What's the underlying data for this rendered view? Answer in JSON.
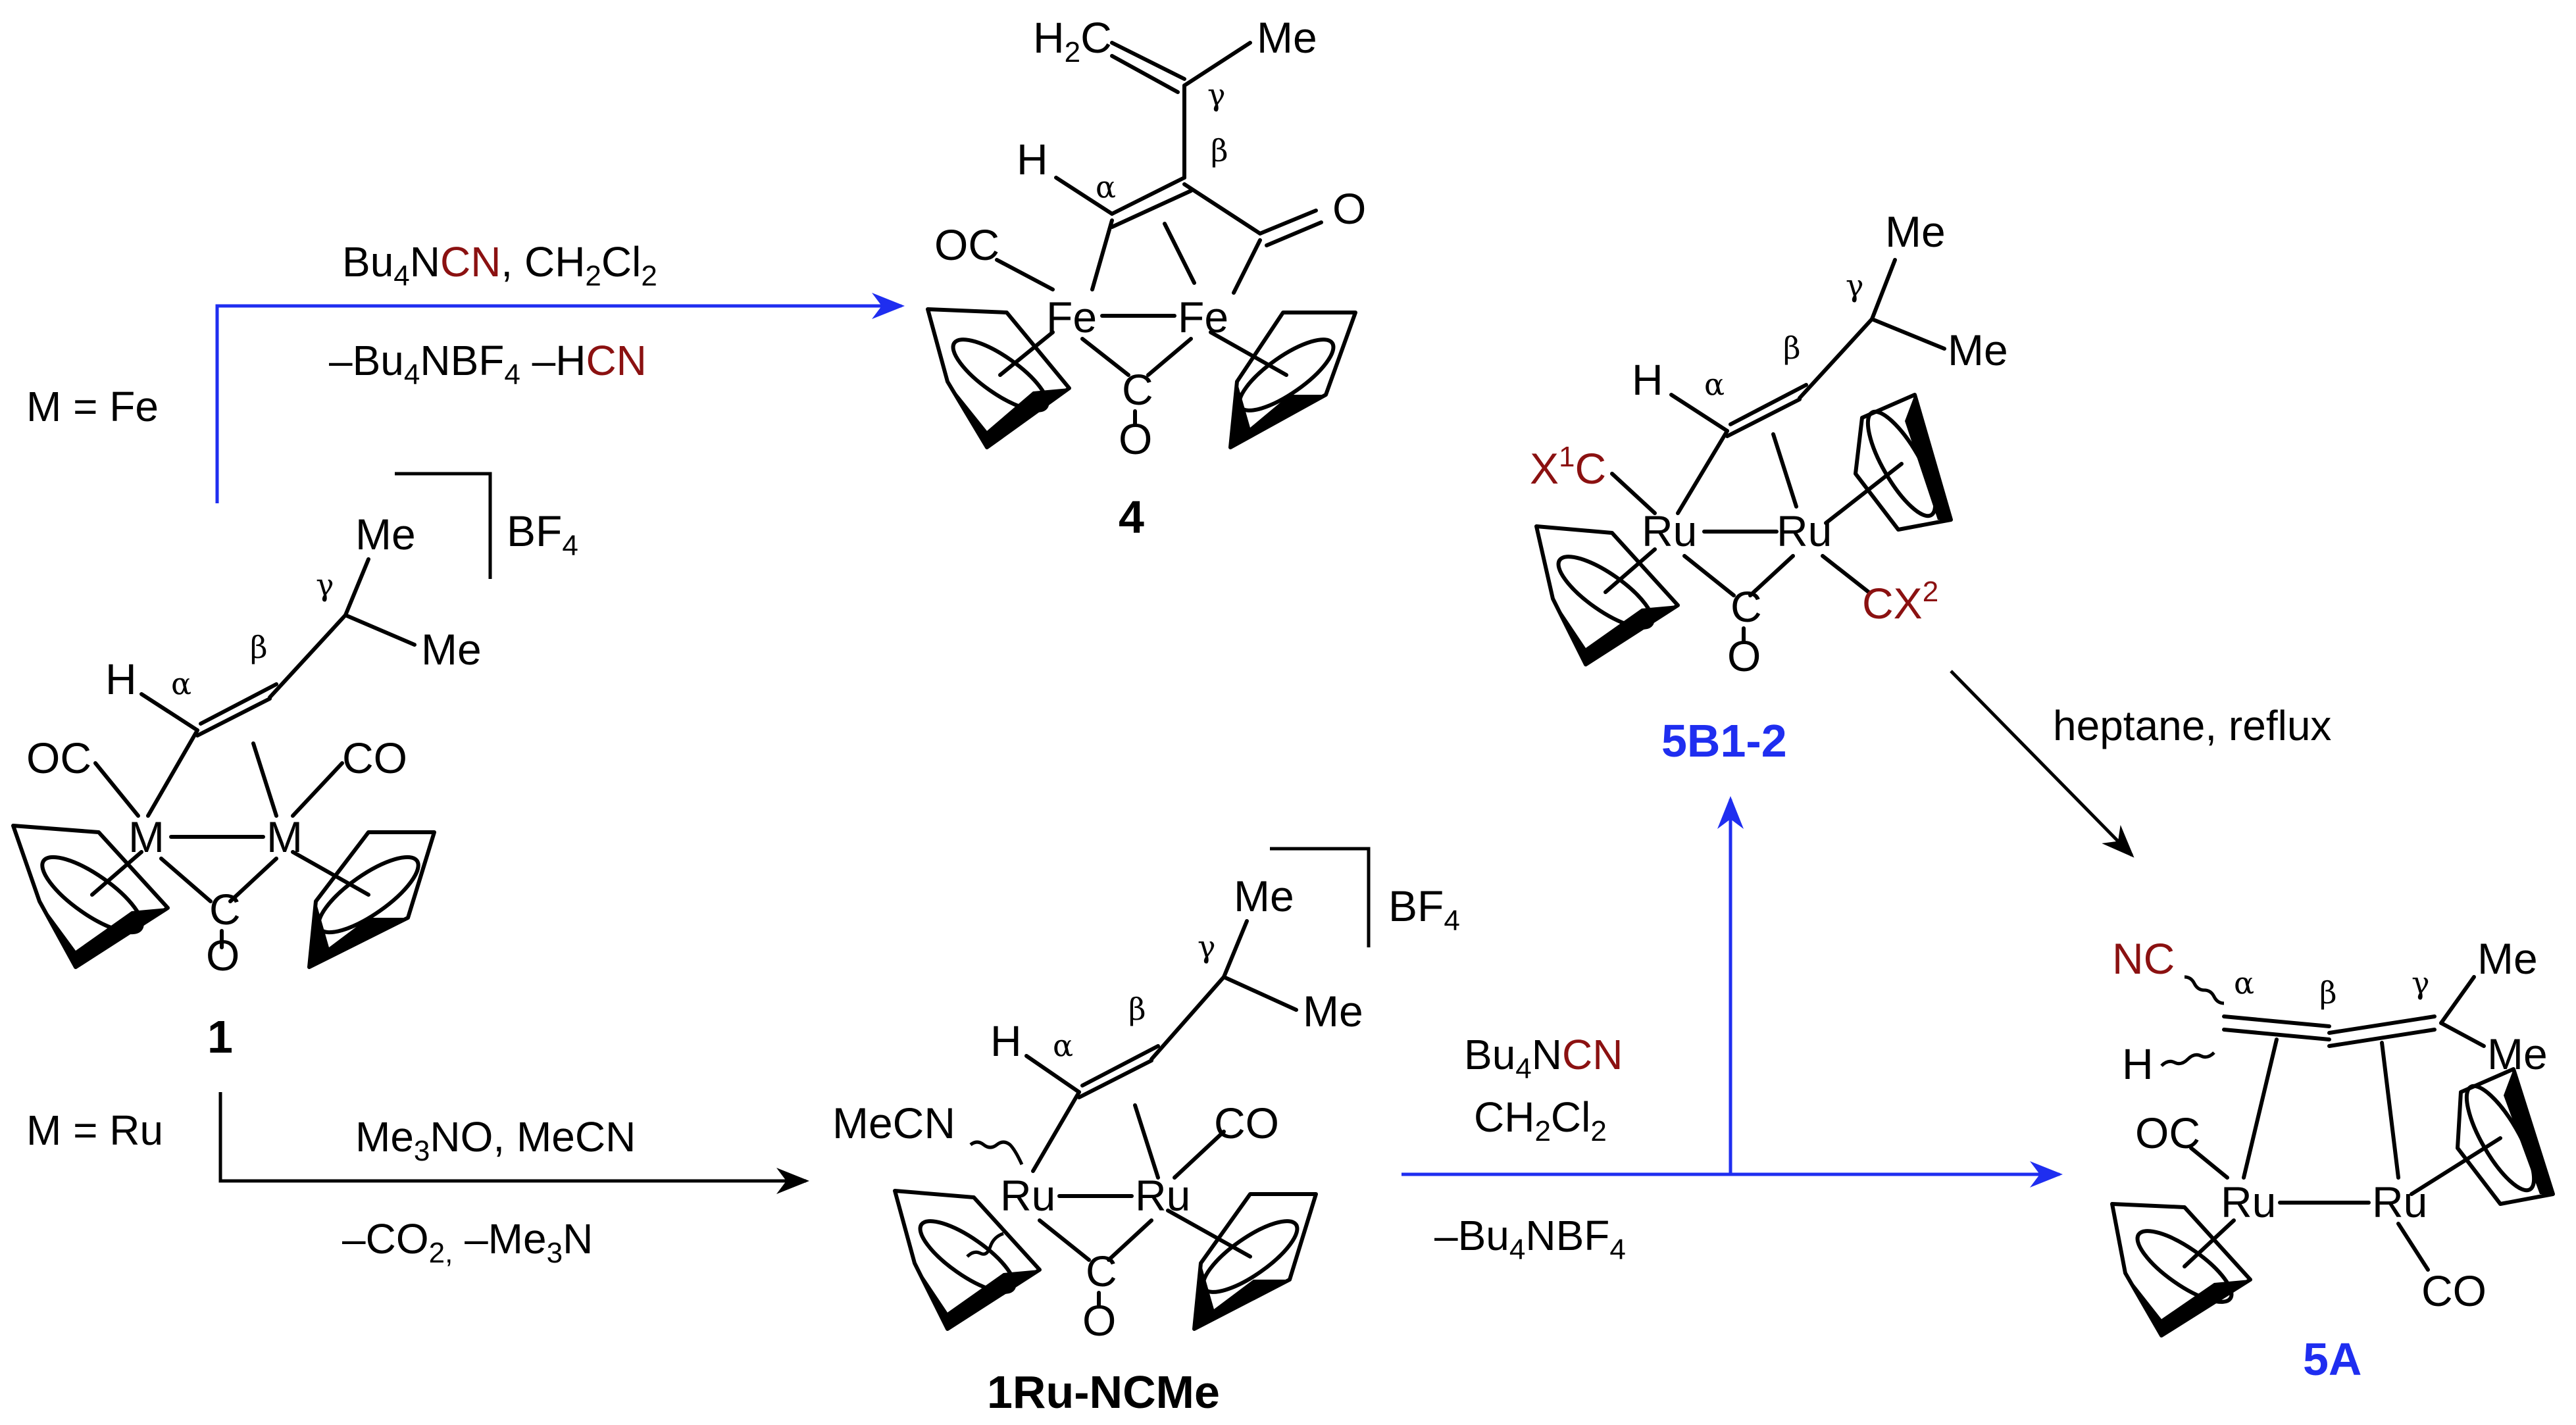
{
  "compounds": {
    "c1": "1",
    "c4": "4",
    "c5b": "5B1-2",
    "c5a": "5A",
    "c1ru": "1Ru-NCMe"
  },
  "conditions": {
    "top_reagent_a": "Bu",
    "top_reagent_sub": "4",
    "top_reagent_n": "N",
    "top_reagent_cn": "CN",
    "top_reagent_solvent": ", CH",
    "top_reagent_solvent_sub": "2",
    "top_reagent_cl": "Cl",
    "top_reagent_cl_sub": "2",
    "top_byproduct": "–Bu",
    "top_byproduct_sub": "4",
    "top_byproduct_rest": "NBF",
    "top_byproduct_sub2": "4",
    "top_byproduct_hcn": " –H",
    "top_byproduct_cn": "CN",
    "m_fe": "M = Fe",
    "m_ru": "M = Ru",
    "bottom_reagent": "Me",
    "bottom_reagent_sub": "3",
    "bottom_reagent_rest": "NO, MeCN",
    "bottom_byproduct": "–CO",
    "bottom_byproduct_sub": "2,",
    "bottom_byproduct_rest": " –Me",
    "bottom_byproduct_sub2": "3",
    "bottom_byproduct_n": "N",
    "right_reagent": "Bu",
    "right_reagent_sub": "4",
    "right_reagent_n": "N",
    "right_reagent_cn": "CN",
    "right_solvent": "CH",
    "right_solvent_sub": "2",
    "right_solvent_cl": "Cl",
    "right_solvent_sub2": "2",
    "right_byproduct": "–Bu",
    "right_byproduct_sub": "4",
    "right_byproduct_rest": "NBF",
    "right_byproduct_sub2": "4",
    "heptane": "heptane, reflux"
  },
  "atoms": {
    "me": "Me",
    "h": "H",
    "oc": "OC",
    "co": "CO",
    "c": "C",
    "o": "O",
    "m": "M",
    "fe": "Fe",
    "ru": "Ru",
    "bf4": "BF",
    "bf4_sub": "4",
    "h2c": "H",
    "h2c_sub": "2",
    "h2c_c": "C",
    "mecn": "MeCN",
    "nc": "NC",
    "x1c_x": "X",
    "x1c_sup": "1",
    "x1c_c": "C",
    "cx2_c": "CX",
    "cx2_sup": "2",
    "alpha": "α",
    "beta": "β",
    "gamma": "γ"
  },
  "colors": {
    "arrow_blue": "#1f2ef0",
    "heteroatom_red": "#8b1111",
    "label_blue": "#1f2ef0"
  }
}
